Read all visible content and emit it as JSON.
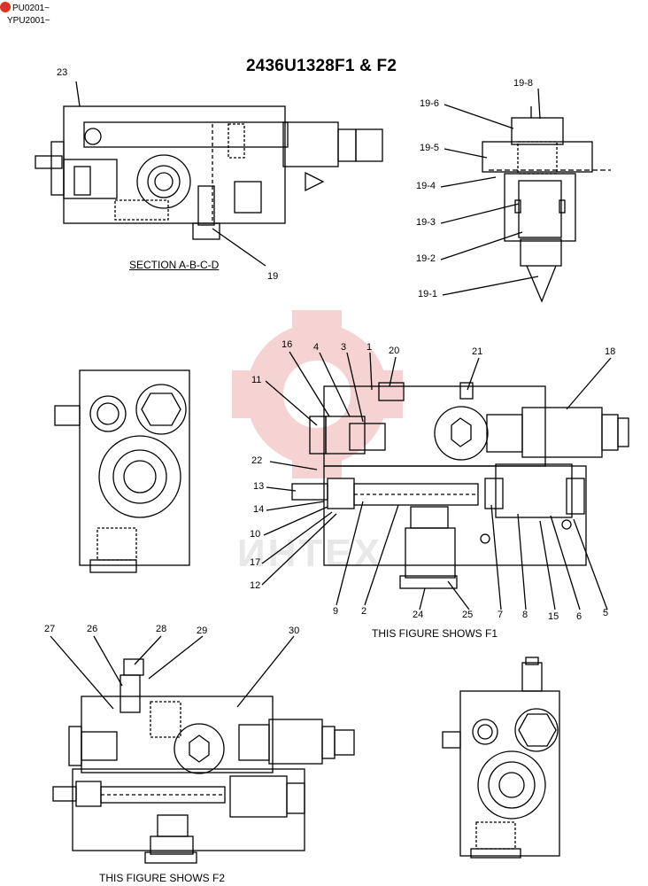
{
  "header": {
    "serial_1": "PU0201~",
    "serial_2": "YPU2001~",
    "title": "2436U1328F1 & F2"
  },
  "captions": {
    "section": "SECTION A-B-C-D",
    "f1": "THIS FIGURE SHOWS F1",
    "f2": "THIS FIGURE SHOWS F2"
  },
  "watermark": "ИНТЕХ",
  "colors": {
    "line": "#000000",
    "watermark_gear": "#f3c4c4",
    "watermark_text": "#e6e6e6"
  },
  "callouts": {
    "top_left": [
      "23",
      "19"
    ],
    "detail": [
      "19-8",
      "19-6",
      "19-5",
      "19-4",
      "19-3",
      "19-2",
      "19-1"
    ],
    "main_top": [
      "16",
      "4",
      "3",
      "1",
      "20",
      "21",
      "18",
      "11",
      "22",
      "13",
      "14",
      "10",
      "17",
      "12"
    ],
    "main_bottom": [
      "9",
      "2",
      "24",
      "25",
      "7",
      "8",
      "15",
      "6",
      "5"
    ],
    "f2": [
      "27",
      "26",
      "28",
      "29",
      "30"
    ]
  }
}
